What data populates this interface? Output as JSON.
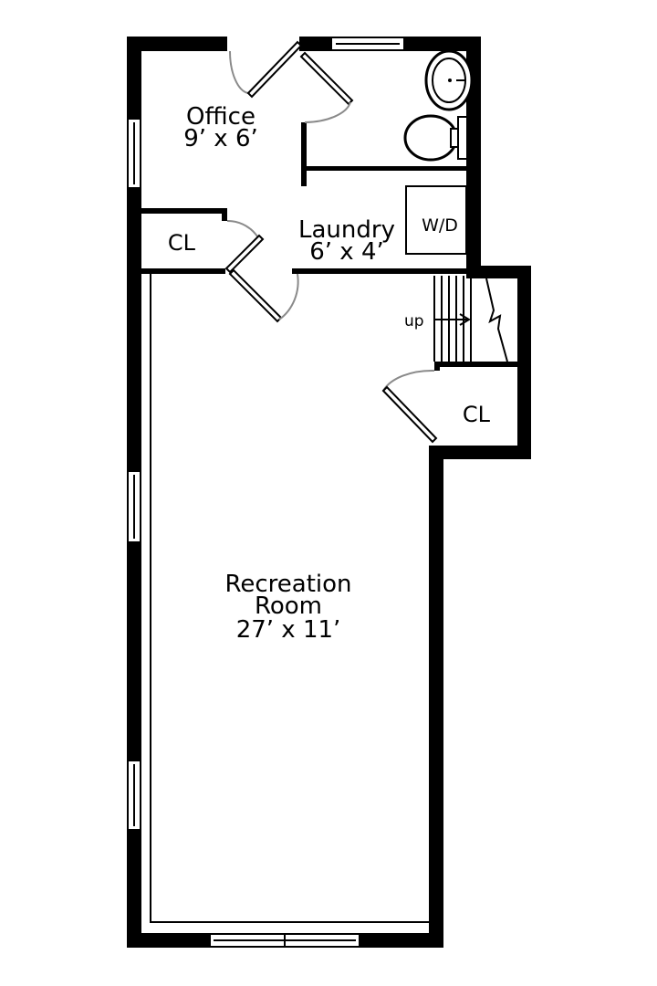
{
  "rooms": {
    "office": {
      "name": "Office",
      "size": "9’ x 6’"
    },
    "laundry": {
      "name": "Laundry",
      "size": "6’ x 4’"
    },
    "recreation": {
      "name_line1": "Recreation",
      "name_line2": "Room",
      "size": "27’ x 11’"
    },
    "closet_upper": {
      "name": "CL"
    },
    "closet_lower": {
      "name": "CL"
    }
  },
  "fixtures": {
    "washer_dryer": "W/D",
    "stairs": "up"
  },
  "colors": {
    "wall": "#000000",
    "door_swing": "#8a8a8a",
    "background": "#ffffff"
  }
}
